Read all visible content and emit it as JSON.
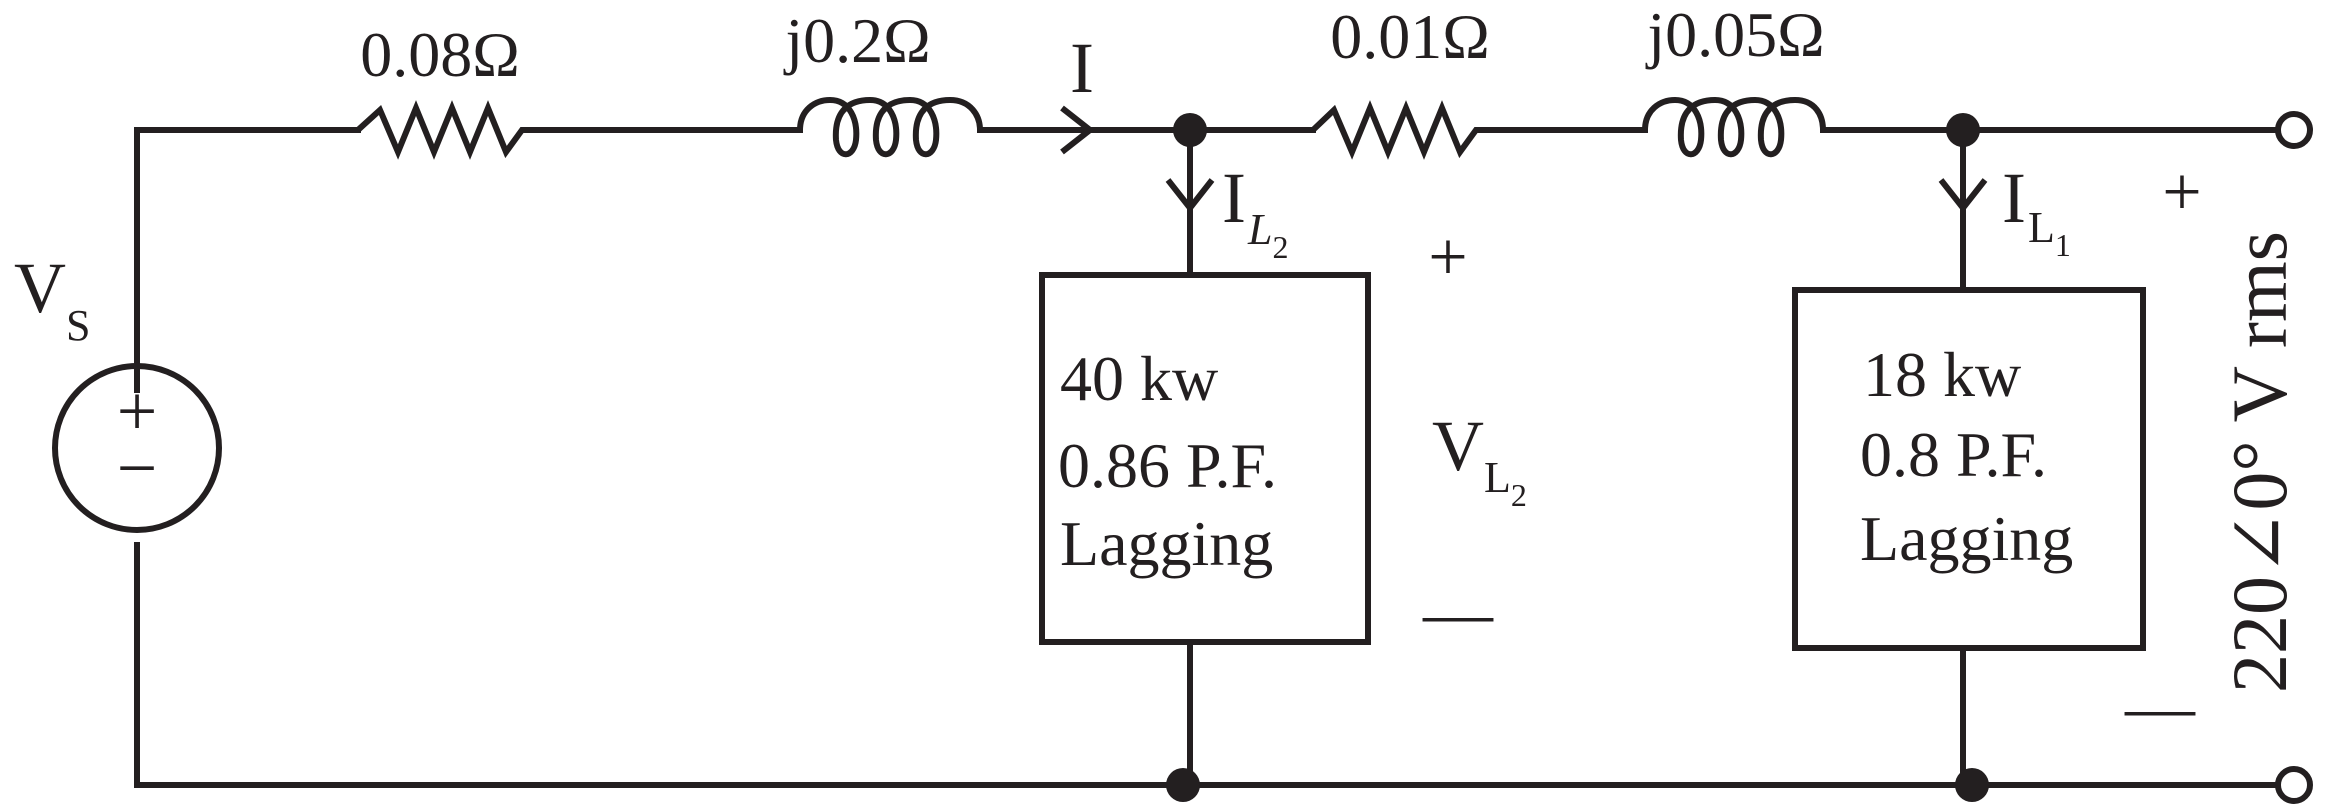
{
  "source": {
    "symbol_main": "V",
    "symbol_sub": "S",
    "plus": "+",
    "minus": "−"
  },
  "line": {
    "r1": "0.08Ω",
    "x1": "j0.2Ω",
    "current": "I",
    "r2": "0.01Ω",
    "x2": "j0.05Ω"
  },
  "load2": {
    "current_main": "I",
    "current_sub_main": "L",
    "current_sub_idx": "2",
    "power": "40 kw",
    "pf": "0.86 P.F.",
    "type": "Lagging",
    "voltage_main": "V",
    "voltage_sub_main": "L",
    "voltage_sub_idx": "2",
    "plus": "+",
    "minus": "—"
  },
  "load1": {
    "current_main": "I",
    "current_sub_main": "L",
    "current_sub_idx": "1",
    "power": "18 kw",
    "pf": "0.8 P.F.",
    "type": "Lagging",
    "plus": "+",
    "minus": "—"
  },
  "output": {
    "voltage": "220∠0° V rms"
  }
}
